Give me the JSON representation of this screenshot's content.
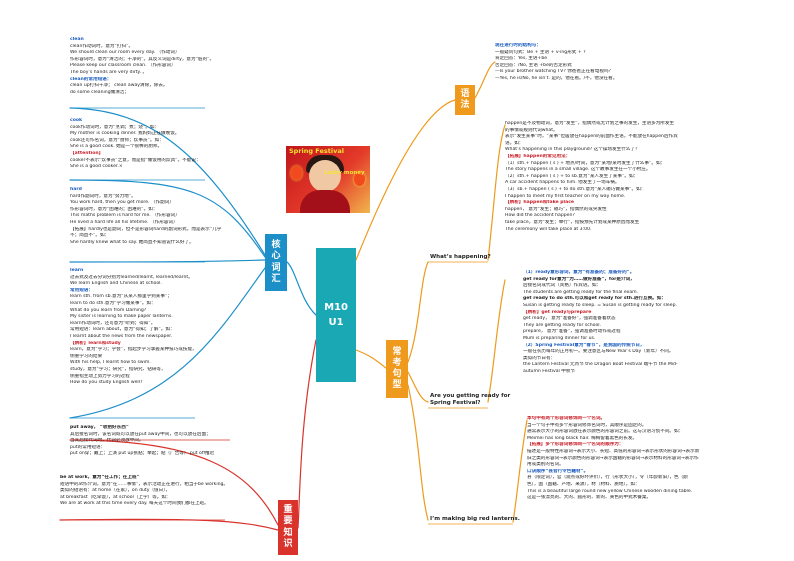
{
  "center": {
    "lines": [
      "M10",
      "U1"
    ]
  },
  "photo": {
    "festival_text": "Spring Festival",
    "money_text": "Lucky money"
  },
  "tags": {
    "vocab": [
      "核",
      "心",
      "词",
      "汇"
    ],
    "key_knowledge": [
      "重",
      "要",
      "知",
      "识"
    ],
    "grammar": [
      "语",
      "法"
    ],
    "sentences": [
      "常",
      "考",
      "句",
      "型"
    ]
  },
  "branches": {
    "whats_happening": "What’s happening?",
    "getting_ready": "Are you getting ready for",
    "getting_ready_2": "Spring Festival?",
    "making_lanterns": "I’m making big red lanterns."
  },
  "clean_box": [
    {
      "t": "clean",
      "s": "blue"
    },
    {
      "t": "clean作动词时，意为“打扫”。"
    },
    {
      "t": "We should clean our room every day.    （作动词）"
    },
    {
      "t": "作形容词时，意为“清洁的；干净的”。其反义词是dirty，意为“脏的”。"
    },
    {
      "t": "Please keep our classroom clean.     （作形容词）"
    },
    {
      "t": "The boy’s hands are very dirty.  。"
    },
    {
      "t": "clean的常用短语：",
      "s": "blue"
    },
    {
      "t": "clean up打扫干净；     clean away清除，除去。"
    },
    {
      "t": "do some cleaning做清洁；"
    }
  ],
  "cook_box": [
    {
      "t": "cook",
      "s": "blue"
    },
    {
      "t": "cook作动词时，意为“烹调；煮；烧”。如："
    },
    {
      "t": "My mother is cooking dinner.    我妈妈正在做晚饭。"
    },
    {
      "t": "cook还可作名词，意为“厨师；炊事员”。如："
    },
    {
      "t": "She is a good cook.   她是一个很棒的厨师。"
    },
    {
      "t": "【attention】",
      "s": "red"
    },
    {
      "t": "cooker不表示“炊事员”之意，而是指“做饭用的炊具”。不能说："
    },
    {
      "t": "She is a good cooker.×"
    }
  ],
  "hard_box": [
    {
      "t": "hard",
      "s": "blue"
    },
    {
      "t": "hard作副词时，意为“努力地”。"
    },
    {
      "t": "You work hard, then you get more.    （作副词）"
    },
    {
      "t": "作形容词时，意为“困难的；困难的”。如："
    },
    {
      "t": "This maths problem is hard for me.    （作形容词）"
    },
    {
      "t": "He lived a hard life all his lifetime.    （作形容词）"
    },
    {
      "t": "【拓展】hardly也是副词，但不是形容词hard的副词形式，而是表示“几乎"
    },
    {
      "t": "不；简直不”。如："
    },
    {
      "t": "She hardly knew what to say.    她简直不知道说什么好了。"
    }
  ],
  "learn_box": [
    {
      "t": "learn",
      "s": "blue"
    },
    {
      "t": "过去式及过去分词分别为learned/learnt, learned/learnt。"
    },
    {
      "t": "We learn English and Chinese at school."
    },
    {
      "t": "常用短语：",
      "s": "blue"
    },
    {
      "t": "learn sth. from sb.意为“从某人那里学到某事”；"
    },
    {
      "t": "learn to do sth.意为“学习做某事”。如："
    },
    {
      "t": "What do you learn from Daming?"
    },
    {
      "t": "My sister is learning to make paper lanterns."
    },
    {
      "t": "learn作动词时，还可意为“听到；得知”。"
    },
    {
      "t": "常用短语：learn about，意为“得知；了解”。如："
    },
    {
      "t": "I learnt about the news from the newspaper."
    },
    {
      "t": "【辨析】learn和study",
      "s": "red"
    },
    {
      "t": "learn，意为“学习；学会”，指起步学习掌握某种技巧或技能，"
    },
    {
      "t": "        侧重学习的结果"
    },
    {
      "t": " With his help, I learnt how to swim."
    },
    {
      "t": "study，意为“学习；研究”，指研究、钻研等，"
    },
    {
      "t": "        侧重指主动上努力学习的过程"
    },
    {
      "t": "        How do you study English well?"
    }
  ],
  "putaway_box": [
    {
      "t": "put  away，      “收拾好东西”",
      "s": "head"
    },
    {
      "t": "其后接名词时，该名词既可以放在put away中间，也可以放在后面；"
    },
    {
      "t": "当其后接代词时，代词必须放中间。"
    },
    {
      "t": "put的常用短语："
    },
    {
      "t": "put on穿；戴上；上演          put up张贴；举起；贴（广告等）     put off推迟"
    }
  ],
  "atwork_box": [
    {
      "t": "be at work，意为“在工作；在上班”",
      "s": "head"
    },
    {
      "t": "短语中的at作介词，意为“在……事情”，表示活动正在进行，相当于be working。"
    },
    {
      "t": "类似的短语有：at home（在家），on duty（值日），"
    },
    {
      "t": "               at breakfast（吃早饭），at school（上学）等。如："
    },
    {
      "t": "We are at work at this time every day.   每天这个时间我们都在上班。"
    }
  ],
  "grammar_box": [
    {
      "t": "现在进行时的结构与：",
      "s": "blue"
    },
    {
      "t": "一般疑问句式：Be + 主语 + v-ing形式 + ?"
    },
    {
      "t": "肯定回答：Yes, 主语+be"
    },
    {
      "t": "否定回答：/No, 主语 +be的否定形式"
    },
    {
      "t": "—Is your brother watching TV?    你爸爸正在看电视吗？"
    },
    {
      "t": "—Yes, he is/No, he isn’t.       是的，他在看。/不，他没在看。"
    }
  ],
  "happen_box": [
    {
      "t": "happen是不及物动词，意为“发生”，指偶然或无计划之事的发生，主语多为所发生"
    },
    {
      "t": "的事情或规则代词what。"
    },
    {
      "t": "表示“发生某事”时，“某事”位居放在happen的前面作主语，不能放在happen后作宾"
    },
    {
      "t": "语。如："
    },
    {
      "t": "What’s happening in this playground?      这个操场发生什么了？"
    },
    {
      "t": "【拓展】happen的常见用法：",
      "s": "red"
    },
    {
      "t": "（1）sth.+ happen ( s ) + 地点/时间，意为“某地/某时发生了什么事”。如："
    },
    {
      "t": "     The story happens in a small village.      这个故事发生在一个小村庄。"
    },
    {
      "t": "（2）sth.+ happen ( s ) + to sb.意为“某人发生了某事”。如："
    },
    {
      "t": "     A car accident happens to him.      他发生了一场车祸。"
    },
    {
      "t": "（3）sb.+ happen ( s ) + to do sth.意为“某人碰巧做某事”。如："
    },
    {
      "t": "     I happen to meet my first teacher on my way home."
    },
    {
      "t": "【辨析】happen和take place",
      "s": "red"
    },
    {
      "t": "happen，      意为“发生；碰巧”，指偶然的或突发性"
    },
    {
      "t": "                 How did the accident happen?"
    },
    {
      "t": "take place，意为“发生；举行”，指按预先计划或某种原因而发生"
    },
    {
      "t": "                 The ceremony will take place at 3:00."
    }
  ],
  "ready_box": [
    {
      "t": "（1）ready意形容词，意为“有准备的；准备好的”。",
      "s": "blue"
    },
    {
      "t": "get ready for意为“为……做好准备”，for是介词，",
      "s": "head"
    },
    {
      "t": "后接名词或代词（宾格）作宾语。如："
    },
    {
      "t": "The students are getting ready for the final exam."
    },
    {
      "t": "get ready to do sth.可以和get ready for sth.进行互换。如：",
      "s": "head"
    },
    {
      "t": "Susan is getting ready to sleep. = Susan is getting ready for sleep."
    },
    {
      "t": "【辨析】get ready与prepare",
      "s": "red"
    },
    {
      "t": "get ready，  意为“准备好”，强调准备着状态"
    },
    {
      "t": "                  They are getting ready for school."
    },
    {
      "t": "prepare，    意为“准备”，强调准备时动作或过程"
    },
    {
      "t": "                  Mum is preparing dinner for us."
    },
    {
      "t": "（2）Spring Festival意为“春节”，是我国的传统节日，",
      "s": "blue"
    },
    {
      "t": "一般在农历每年的正月初一。要注意区与New Year’s Day（新年）不同。"
    },
    {
      "t": "类似的节日有："
    },
    {
      "t": "the Lantern Festival 元宵节          the Dragon Boat Festival 端午节          the Mid-"
    },
    {
      "t": "autumn Festival 中秋节"
    }
  ],
  "adj_box": [
    {
      "t": "本句中有两个形容词修饰同一个名词。",
      "s": "red"
    },
    {
      "t": "当一个句子中有多个形容词修饰名词时，其顺序是固定的。"
    },
    {
      "t": "通常表示大小的形容词放在表示颜色的形容词之前。这与汉语习惯不同。如："
    },
    {
      "t": "Meimei has long black hair.   梅梅留着黑色的长发。"
    },
    {
      "t": "【拓展】多个形容词修饰同一个名词的顺序为：",
      "s": "red"
    },
    {
      "t": "描述是一般特性形容词→表示大小、长短、高低的形容词→表示形状的形容词→表示新"
    },
    {
      "t": "旧之类的形容词→表示颜色的形容词→表示国籍的形容词→表示材料的形容词→表示作"
    },
    {
      "t": "用或类别的名词。"
    },
    {
      "t": "口诀顺序“县官行令色籍材”。",
      "s": "blue"
    },
    {
      "t": "县（限定词），官（观点或好坏评价），行（形状大小），令（年龄新旧），色（颜"
    },
    {
      "t": "色），国（国籍、产地、来源），材（材料、质地）。如："
    },
    {
      "t": "This is a beautiful large round new yellow Chinese wooden dining table."
    },
    {
      "t": "这是一张漂亮的、大的、圆形的、新的、黄色的中式木餐桌。"
    }
  ]
}
